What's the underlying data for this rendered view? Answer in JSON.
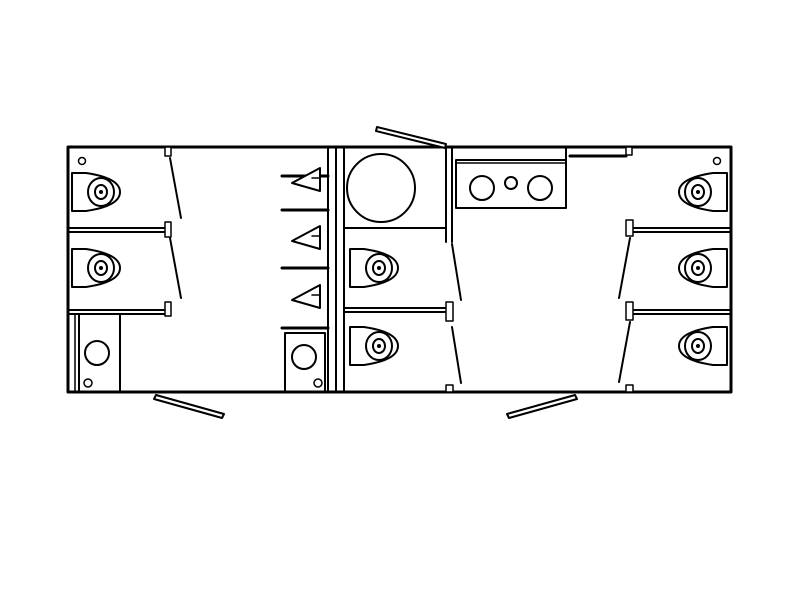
{
  "drawing": {
    "type": "restroom trailer floor plan",
    "labels": []
  },
  "fixtures": {
    "toilets": 8,
    "sinks": 3,
    "urinals": 3,
    "round_tanks": 1
  },
  "colors": {
    "line": "#000000",
    "background": "#ffffff"
  }
}
